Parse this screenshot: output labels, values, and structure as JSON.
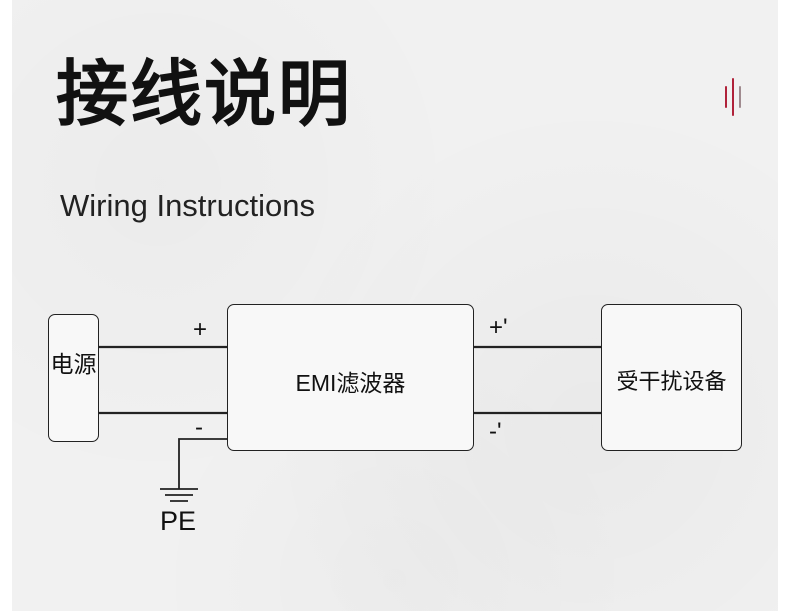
{
  "title": "接线说明",
  "subtitle": "Wiring Instructions",
  "colors": {
    "accent": "#b0223a",
    "accent_muted": "#a08b8f",
    "line": "#222222",
    "background": "#f1f1f1"
  },
  "icons": {
    "brand_mark": "vertical-bars-logo",
    "ground": "ground-symbol"
  },
  "diagram": {
    "power_source": "电源",
    "filter": "EMI滤波器",
    "device": "受干扰设备",
    "input_positive": "+",
    "input_negative": "-",
    "output_positive": "+'",
    "output_negative": "-'",
    "ground": "PE"
  }
}
